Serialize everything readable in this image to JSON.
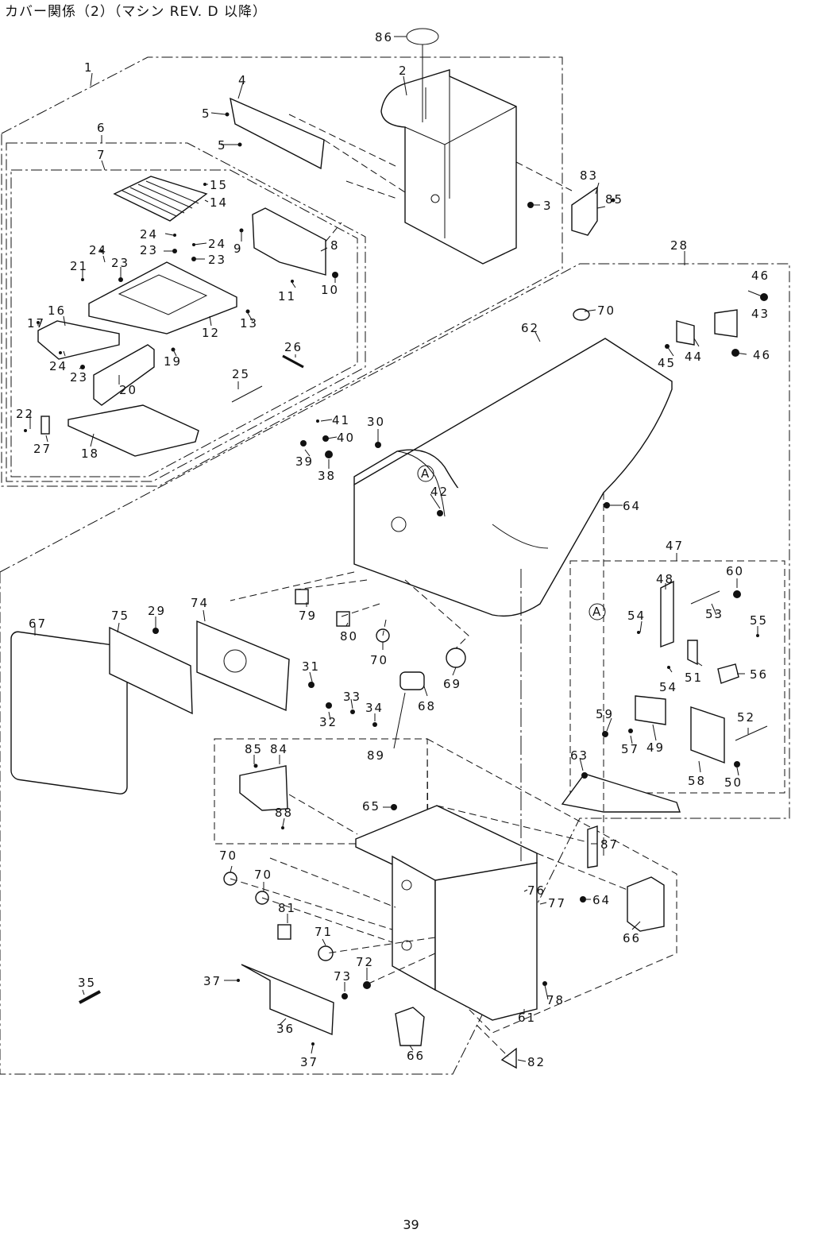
{
  "title": "カバー関係（2）（マシン REV. D 以降）",
  "page_number": "39",
  "callout_A": "A",
  "labels": {
    "l1": "1",
    "l2": "2",
    "l3": "3",
    "l4": "4",
    "l5a": "5",
    "l5b": "5",
    "l6": "6",
    "l7": "7",
    "l8": "8",
    "l9": "9",
    "l10": "10",
    "l11": "11",
    "l12": "12",
    "l13": "13",
    "l14": "14",
    "l15": "15",
    "l16": "16",
    "l17": "17",
    "l18": "18",
    "l19": "19",
    "l20": "20",
    "l21": "21",
    "l22": "22",
    "l23a": "23",
    "l23b": "23",
    "l23c": "23",
    "l23d": "23",
    "l24a": "24",
    "l24b": "24",
    "l24c": "24",
    "l24d": "24",
    "l25": "25",
    "l26": "26",
    "l27": "27",
    "l28": "28",
    "l29": "29",
    "l30": "30",
    "l31": "31",
    "l32": "32",
    "l33": "33",
    "l34": "34",
    "l35": "35",
    "l36": "36",
    "l37a": "37",
    "l37b": "37",
    "l38": "38",
    "l39": "39",
    "l40": "40",
    "l41": "41",
    "l42": "42",
    "l43": "43",
    "l44": "44",
    "l45": "45",
    "l46a": "46",
    "l46b": "46",
    "l47": "47",
    "l48": "48",
    "l49": "49",
    "l50": "50",
    "l51": "51",
    "l52": "52",
    "l53": "53",
    "l54a": "54",
    "l54b": "54",
    "l55": "55",
    "l56": "56",
    "l57": "57",
    "l58": "58",
    "l59": "59",
    "l60": "60",
    "l61": "61",
    "l62": "62",
    "l63": "63",
    "l64a": "64",
    "l64b": "64",
    "l65": "65",
    "l66a": "66",
    "l66b": "66",
    "l67": "67",
    "l68": "68",
    "l69": "69",
    "l70a": "70",
    "l70b": "70",
    "l70c": "70",
    "l70d": "70",
    "l71": "71",
    "l72": "72",
    "l73": "73",
    "l74": "74",
    "l75": "75",
    "l76": "76",
    "l77": "77",
    "l78": "78",
    "l79": "79",
    "l80": "80",
    "l81": "81",
    "l82": "82",
    "l83": "83",
    "l84": "84",
    "l85a": "85",
    "l85b": "85",
    "l86": "86",
    "l87": "87",
    "l88": "88",
    "l89": "89"
  }
}
